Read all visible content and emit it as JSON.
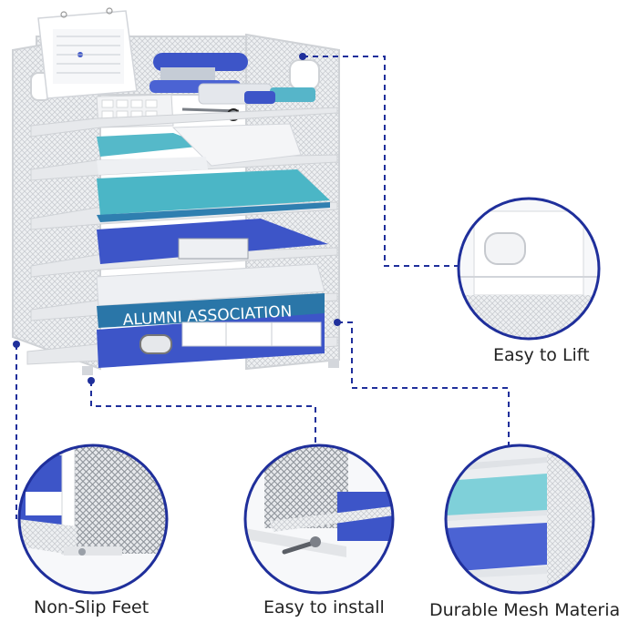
{
  "colors": {
    "connector": "#1f2f9b",
    "accent_blue": "#3d55c8",
    "teal": "#4bb6c6",
    "mesh": "#d9dce0"
  },
  "product": {
    "label_text": "ALUMNI ASSOCIATION"
  },
  "features": [
    {
      "label": "Easy to Lift",
      "icon": "handle-closeup"
    },
    {
      "label": "Non-Slip Feet",
      "icon": "feet-closeup"
    },
    {
      "label": "Easy to install",
      "icon": "screw-closeup"
    },
    {
      "label": "Durable Mesh Material",
      "icon": "mesh-closeup"
    }
  ]
}
